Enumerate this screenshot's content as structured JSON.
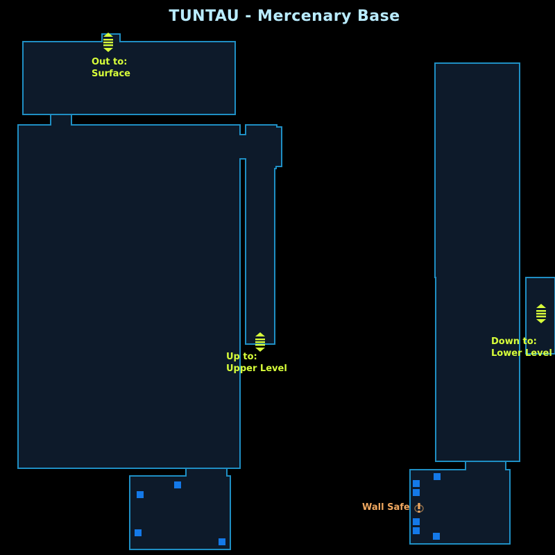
{
  "map": {
    "title": "TUNTAU - Mercenary Base"
  },
  "colors": {
    "background": "#000000",
    "room_fill": "#0d1a2a",
    "room_border": "#1f8fc4",
    "title": "#b9ecff",
    "transition_label": "#d8ff3a",
    "transition_icon": "#d8ff3a",
    "poi_label": "#f0a860",
    "poi_icon": "#f0a860",
    "marker": "#1479e8"
  },
  "transitions": [
    {
      "id": "surface",
      "line1": "Out to:",
      "line2": "Surface",
      "icon": "elevator-arrows-icon"
    },
    {
      "id": "upper",
      "line1": "Up to:",
      "line2": "Upper Level",
      "icon": "elevator-arrows-icon"
    },
    {
      "id": "lower",
      "line1": "Down to:",
      "line2": "Lower Level",
      "icon": "elevator-arrows-icon"
    }
  ],
  "poi": [
    {
      "id": "wall-safe",
      "label": "Wall Safe",
      "icon": "exclamation-ring-icon"
    }
  ],
  "marker_count": 10
}
